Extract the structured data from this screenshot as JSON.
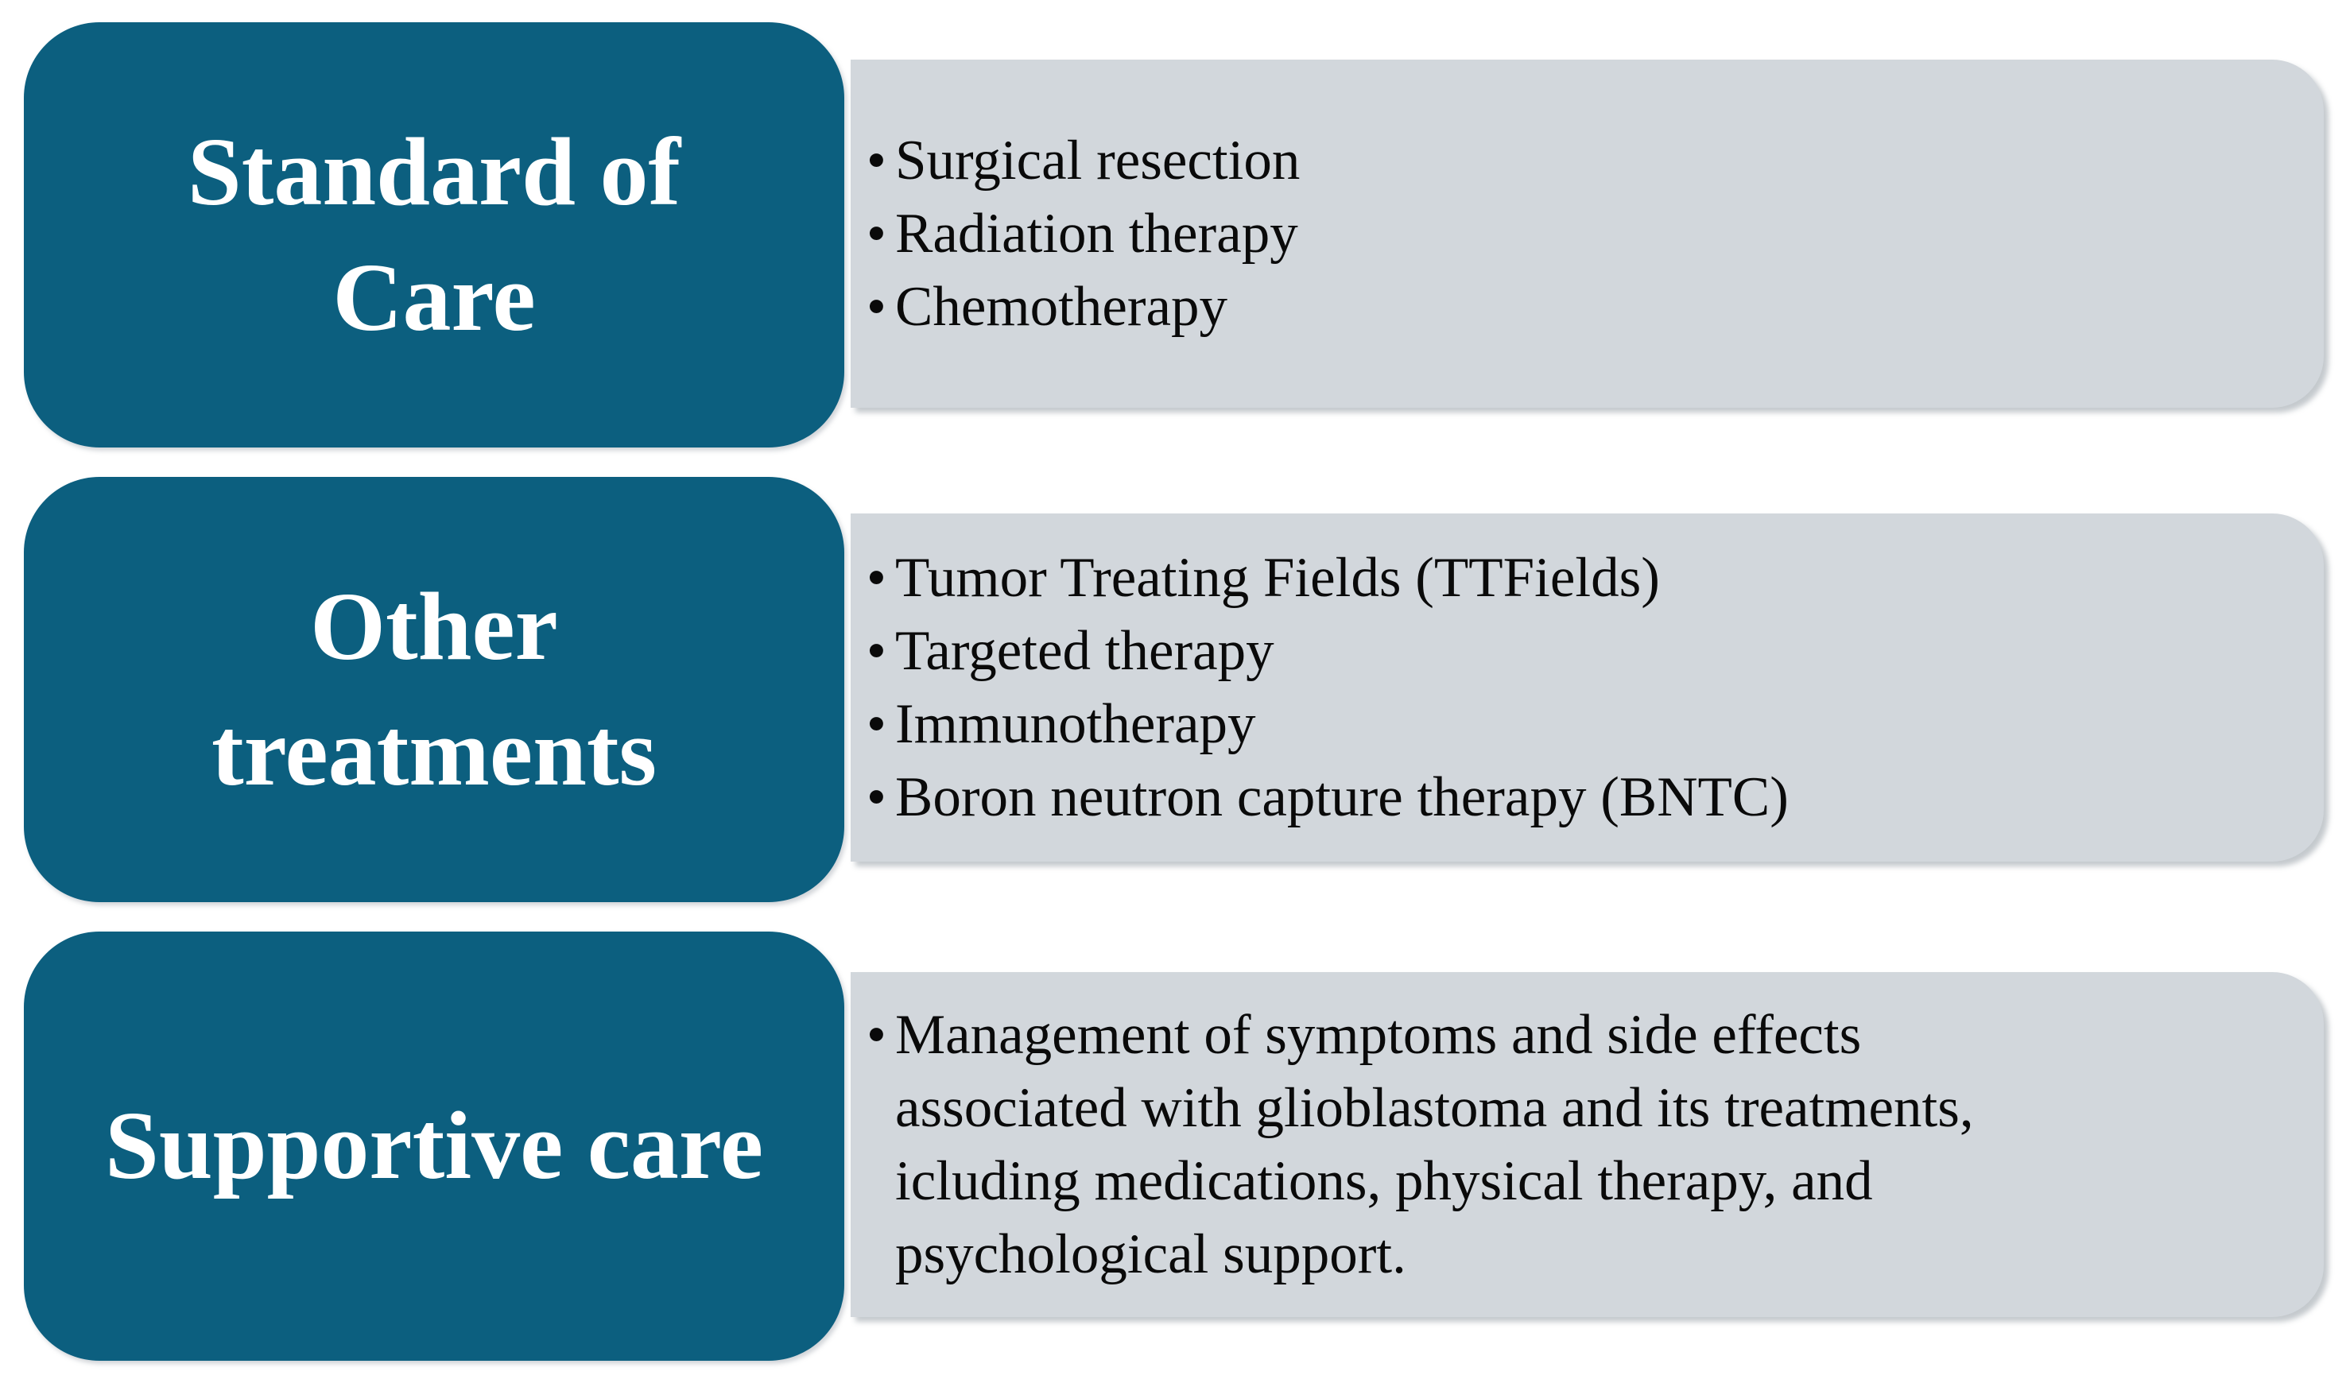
{
  "diagram": {
    "title_implicit": "Glioblastoma treatment options diagram",
    "colors": {
      "accent_teal": "#0C5F7F",
      "panel_gray": "#D2D7DC",
      "heading_text": "#FFFFFF",
      "body_text": "#0A0A0A",
      "background": "#FFFFFF"
    },
    "bullet_char": "•",
    "rows": [
      {
        "heading": "Standard of\nCare",
        "bullets": [
          "Surgical resection",
          "Radiation therapy",
          "Chemotherapy"
        ]
      },
      {
        "heading": "Other\ntreatments",
        "bullets": [
          "Tumor Treating Fields (TTFields)",
          "Targeted therapy",
          "Immunotherapy",
          "Boron neutron capture therapy (BNTC)"
        ]
      },
      {
        "heading": "Supportive care",
        "bullets": [
          "Management of symptoms and side effects\nassociated with glioblastoma and its treatments,\nicluding medications, physical therapy, and\npsychological support."
        ]
      }
    ]
  }
}
